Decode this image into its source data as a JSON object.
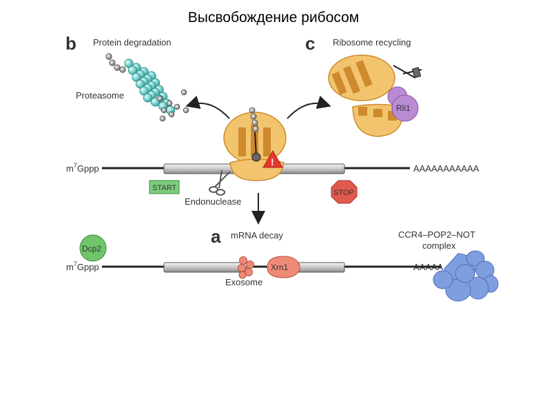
{
  "title": "Высвобождение рибосом",
  "panels": {
    "b": {
      "letter": "b",
      "caption": "Protein degradation",
      "proteasome": "Proteasome"
    },
    "c": {
      "letter": "c",
      "caption": "Ribosome recycling",
      "rli1": "Rli1"
    },
    "a": {
      "letter": "a",
      "caption": "mRNA decay"
    }
  },
  "mrna": {
    "cap": "m",
    "cap_sup": "7",
    "cap_rest": "Gppp",
    "polya_long": "AAAAAAAAAAA",
    "polya_short": "AAAAA",
    "start": "START",
    "stop": "STOP",
    "stall": "!"
  },
  "labels": {
    "endonuclease": "Endonuclease",
    "dcp2": "Dcp2",
    "exosome": "Exosome",
    "xrn1": "Xrn1",
    "ccr4_line1": "CCR4–POP2–NOT",
    "ccr4_line2": "complex"
  },
  "colors": {
    "ribosome": "#f2c46e",
    "ribosome_stripe": "#cf8a2e",
    "proteasome": "#6ccfc9",
    "rli1": "#b98bd2",
    "dcp2": "#6fc56a",
    "exosome": "#ef8a78",
    "ccr4": "#7f9ee0",
    "start_box": "#7ccd7e",
    "stop_sign": "#e05a4e",
    "stall_warning": "#e8352c"
  },
  "icons": [
    "scissors-icon",
    "warning-icon",
    "arrow-icon"
  ]
}
